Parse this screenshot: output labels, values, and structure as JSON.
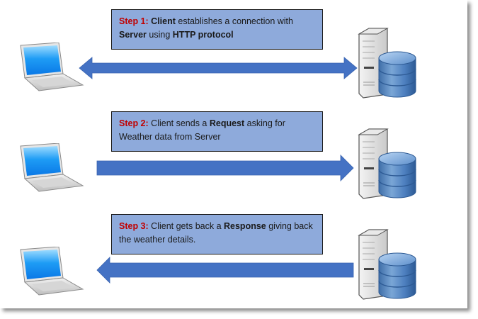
{
  "colors": {
    "box_fill": "#8eaadb",
    "arrow_fill": "#4472c4",
    "step_label": "#c00000"
  },
  "steps": [
    {
      "label": "Step 1:",
      "parts": [
        {
          "text": " ",
          "bold": false
        },
        {
          "text": "Client",
          "bold": true
        },
        {
          "text": " establishes a connection with ",
          "bold": false
        },
        {
          "text": "Server",
          "bold": true
        },
        {
          "text": " using ",
          "bold": false
        },
        {
          "text": "HTTP protocol",
          "bold": true
        }
      ],
      "arrow_direction": "both"
    },
    {
      "label": "Step 2:",
      "parts": [
        {
          "text": " Client sends a ",
          "bold": false
        },
        {
          "text": "Request",
          "bold": true
        },
        {
          "text": " asking for Weather data from Server",
          "bold": false
        }
      ],
      "arrow_direction": "right"
    },
    {
      "label": "Step 3:",
      "parts": [
        {
          "text": " Client gets back a ",
          "bold": false
        },
        {
          "text": "Response",
          "bold": true
        },
        {
          "text": " giving back the weather details.",
          "bold": false
        }
      ],
      "arrow_direction": "left"
    }
  ],
  "icons": {
    "client": "laptop-icon",
    "server": "database-server-icon"
  }
}
